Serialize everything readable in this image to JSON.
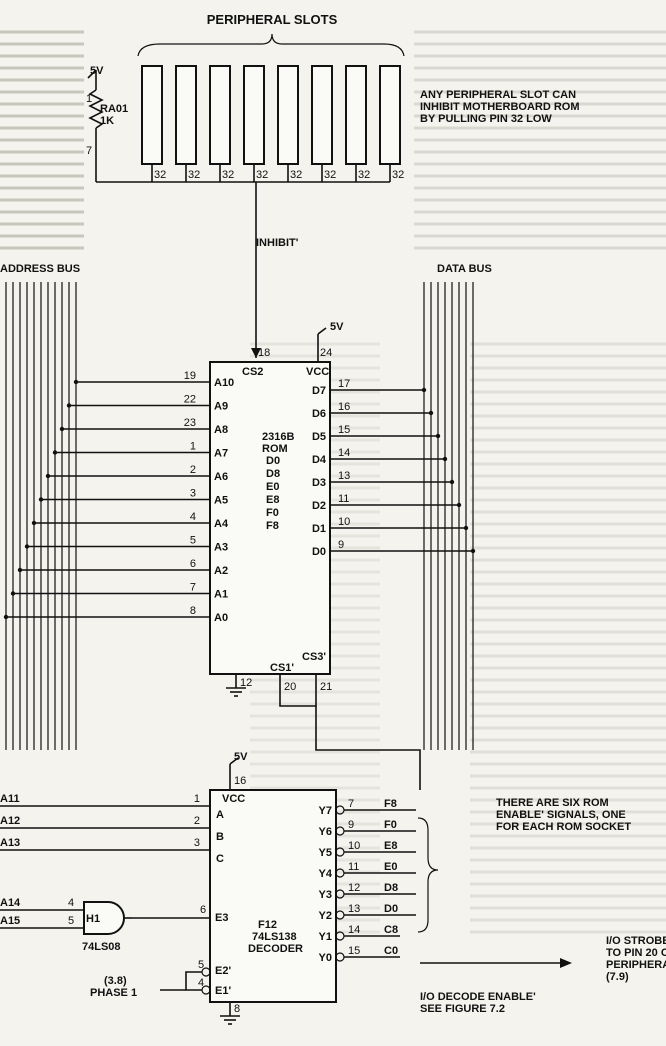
{
  "title": "PERIPHERAL SLOTS",
  "slot_pin": "32",
  "slot_note": [
    "ANY PERIPHERAL SLOT CAN",
    "INHIBIT MOTHERBOARD ROM",
    "BY PULLING PIN 32 LOW"
  ],
  "resistor": {
    "supply": "5V",
    "pin_top": "1",
    "name": "RA01",
    "value": "1K",
    "pin_bottom": "7"
  },
  "inhibit_label": "INHIBIT'",
  "address_bus_label": "ADDRESS BUS",
  "data_bus_label": "DATA BUS",
  "rom": {
    "supply": "5V",
    "name": [
      "2316B",
      "ROM"
    ],
    "sockets": [
      "D0",
      "D8",
      "E0",
      "E8",
      "F0",
      "F8"
    ],
    "cs2_label": "CS2",
    "cs2_pin": "18",
    "vcc_label": "VCC",
    "vcc_pin": "24",
    "gnd_pin": "12",
    "cs1_label": "CS1'",
    "cs1_pin": "20",
    "cs3_label": "CS3'",
    "cs3_pin": "21",
    "addr_pins": [
      {
        "label": "A10",
        "pin": "19"
      },
      {
        "label": "A9",
        "pin": "22"
      },
      {
        "label": "A8",
        "pin": "23"
      },
      {
        "label": "A7",
        "pin": "1"
      },
      {
        "label": "A6",
        "pin": "2"
      },
      {
        "label": "A5",
        "pin": "3"
      },
      {
        "label": "A4",
        "pin": "4"
      },
      {
        "label": "A3",
        "pin": "5"
      },
      {
        "label": "A2",
        "pin": "6"
      },
      {
        "label": "A1",
        "pin": "7"
      },
      {
        "label": "A0",
        "pin": "8"
      }
    ],
    "data_pins": [
      {
        "label": "D7",
        "pin": "17"
      },
      {
        "label": "D6",
        "pin": "16"
      },
      {
        "label": "D5",
        "pin": "15"
      },
      {
        "label": "D4",
        "pin": "14"
      },
      {
        "label": "D3",
        "pin": "13"
      },
      {
        "label": "D2",
        "pin": "11"
      },
      {
        "label": "D1",
        "pin": "10"
      },
      {
        "label": "D0",
        "pin": "9"
      }
    ]
  },
  "decoder": {
    "supply": "5V",
    "vcc_label": "VCC",
    "vcc_pin": "16",
    "name": [
      "F12",
      "74LS138",
      "DECODER"
    ],
    "gnd_pin": "8",
    "inputs": [
      {
        "signal": "A11",
        "label": "A",
        "pin": "1"
      },
      {
        "signal": "A12",
        "label": "B",
        "pin": "2"
      },
      {
        "signal": "A13",
        "label": "C",
        "pin": "3"
      }
    ],
    "e3_label": "E3",
    "e3_pin": "6",
    "e2_label": "E2'",
    "e2_pin": "5",
    "e1_label": "E1'",
    "e1_pin": "4",
    "outputs": [
      {
        "label": "Y7",
        "pin": "7",
        "signal": "F8"
      },
      {
        "label": "Y6",
        "pin": "9",
        "signal": "F0"
      },
      {
        "label": "Y5",
        "pin": "10",
        "signal": "E8"
      },
      {
        "label": "Y4",
        "pin": "11",
        "signal": "E0"
      },
      {
        "label": "Y3",
        "pin": "12",
        "signal": "D8"
      },
      {
        "label": "Y2",
        "pin": "13",
        "signal": "D0"
      },
      {
        "label": "Y1",
        "pin": "14",
        "signal": "C8"
      },
      {
        "label": "Y0",
        "pin": "15",
        "signal": "C0"
      }
    ]
  },
  "gate": {
    "name": "H1",
    "part": "74LS08",
    "in_a_signal": "A14",
    "in_a_pin": "4",
    "in_b_signal": "A15",
    "in_b_pin": "5"
  },
  "phase": {
    "ref": "(3.8)",
    "label": "PHASE 1"
  },
  "rom_enable_note": [
    "THERE ARE SIX ROM",
    "ENABLE' SIGNALS, ONE",
    "FOR EACH ROM SOCKET"
  ],
  "io_decode_note": [
    "I/O DECODE ENABLE'",
    "SEE FIGURE 7.2"
  ],
  "io_strobe_note": [
    "I/O STROBE",
    "TO PIN 20 C",
    "PERIPHERA",
    "(7.9)"
  ]
}
